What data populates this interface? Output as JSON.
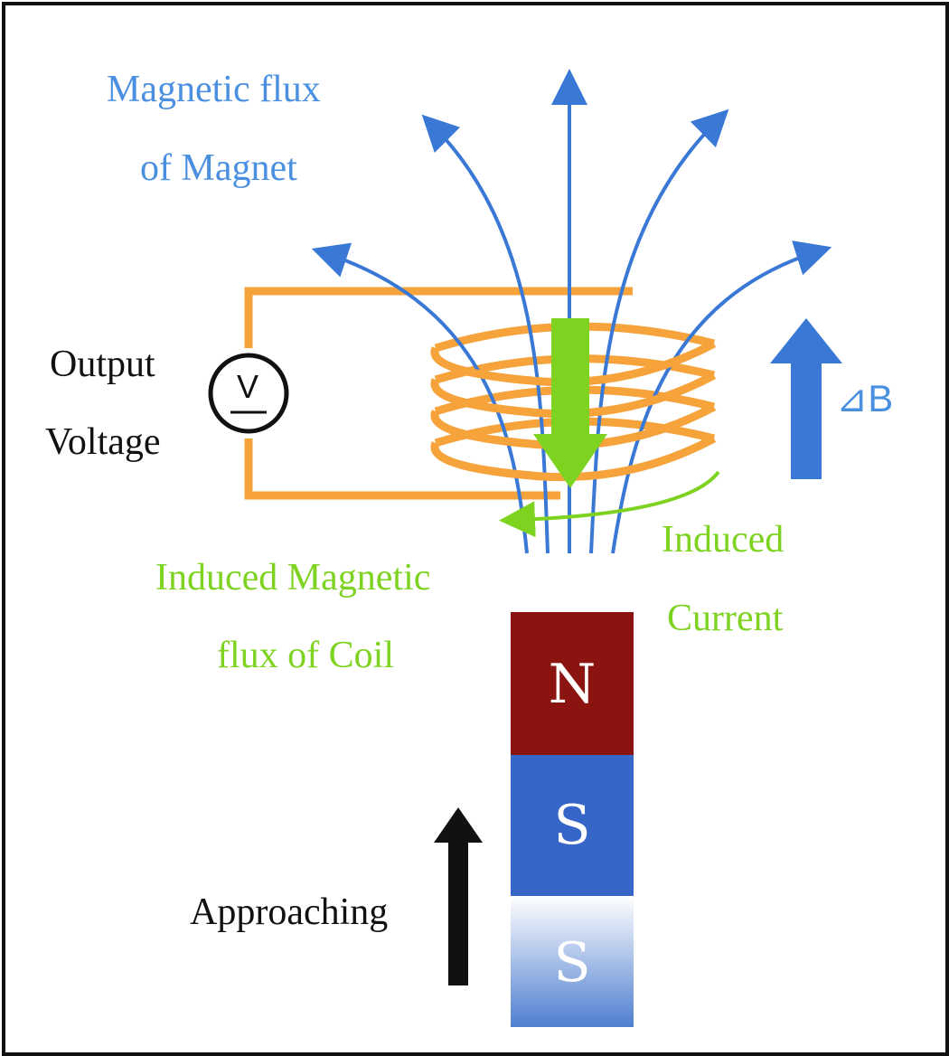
{
  "labels": {
    "flux_magnet_line1": "Magnetic flux",
    "flux_magnet_line2": "of Magnet",
    "output_line1": "Output",
    "output_line2": "Voltage",
    "voltmeter": "V",
    "delta_b": "⊿B",
    "induced_current_line1": "Induced",
    "induced_current_line2": "Current",
    "induced_flux_line1": "Induced Magnetic",
    "induced_flux_line2": "flux of Coil",
    "approaching": "Approaching"
  },
  "magnet": {
    "top_pole": "N",
    "middle_pole": "S",
    "faded_pole": "S"
  },
  "colors": {
    "flux_blue": "#3a78d6",
    "label_blue": "#4a8fe0",
    "coil_orange": "#f5a33a",
    "induced_green": "#7ed321",
    "north_red": "#8b1410",
    "south_blue": "#3566c8",
    "text_black": "#111111"
  }
}
